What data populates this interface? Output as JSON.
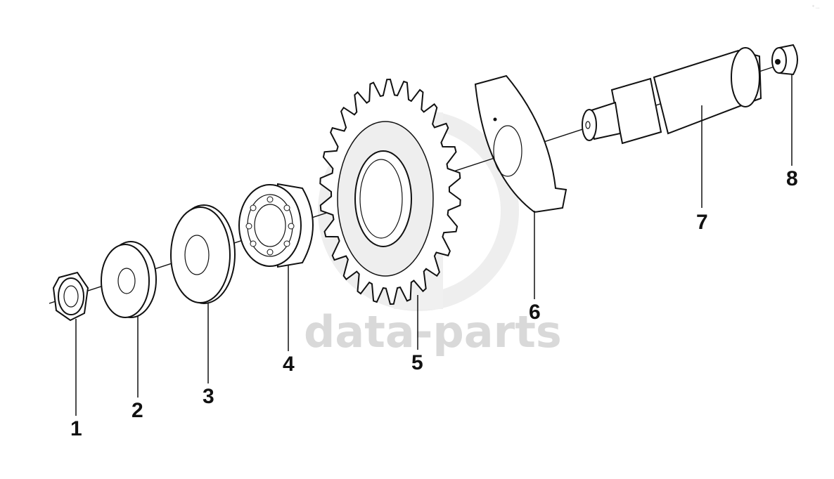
{
  "diagram": {
    "parts": [
      {
        "id": "part-1-nut",
        "label": "1"
      },
      {
        "id": "part-2-washer",
        "label": "2"
      },
      {
        "id": "part-3-shim",
        "label": "3"
      },
      {
        "id": "part-4-bearing",
        "label": "4"
      },
      {
        "id": "part-5-gear",
        "label": "5"
      },
      {
        "id": "part-6-plate",
        "label": "6"
      },
      {
        "id": "part-7-shaft",
        "label": "7"
      },
      {
        "id": "part-8-plug",
        "label": "8"
      }
    ]
  },
  "watermark": {
    "text": "data-parts",
    "color": "#d9d9d9"
  },
  "corner_mark": {
    "text": "° ..."
  },
  "colors": {
    "ink": "#111111",
    "background": "#ffffff"
  }
}
